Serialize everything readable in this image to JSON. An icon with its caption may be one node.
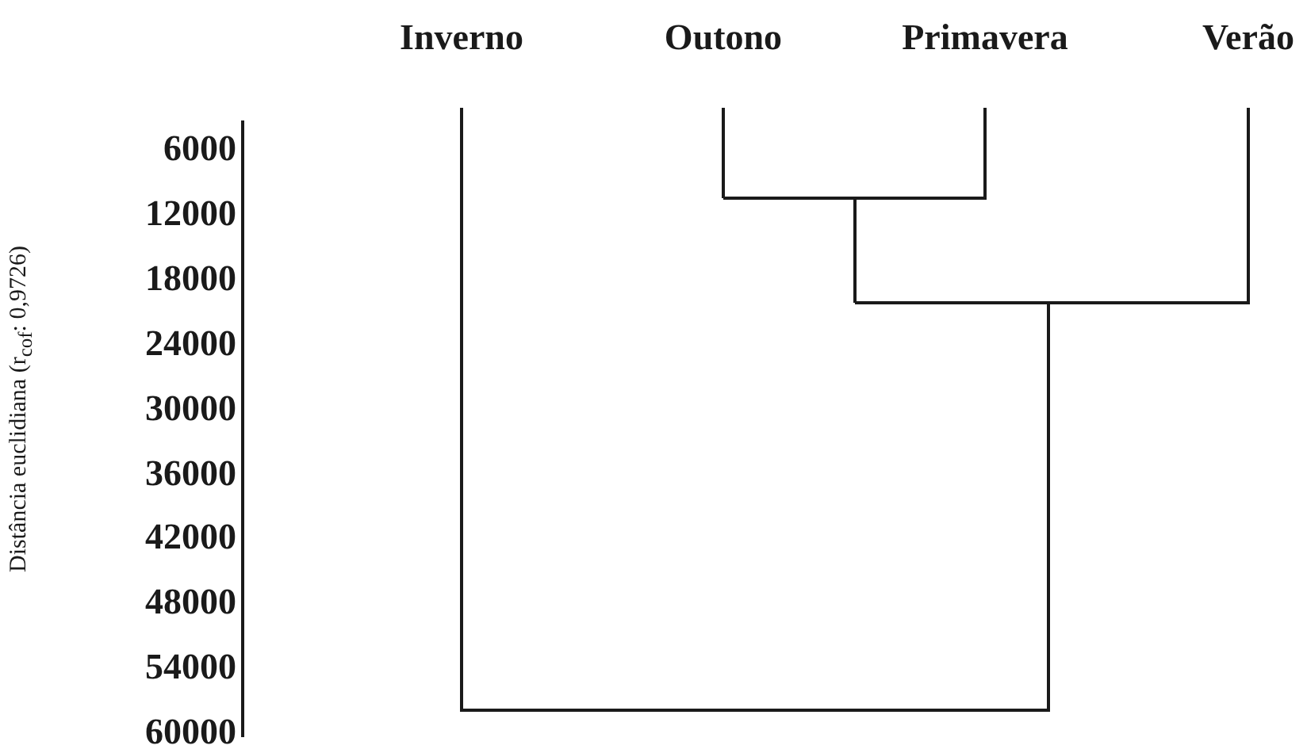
{
  "diagram": {
    "labels": [
      "Inverno",
      "Outono",
      "Primavera",
      "Verão",
      "Distância euclidiana (r$_{cof}$: 0,9726)",
      "6000",
      "12000",
      "18000",
      "24000",
      "30000",
      "36000",
      "42000",
      "48000",
      "54000",
      "60000"
    ]
  }
}
